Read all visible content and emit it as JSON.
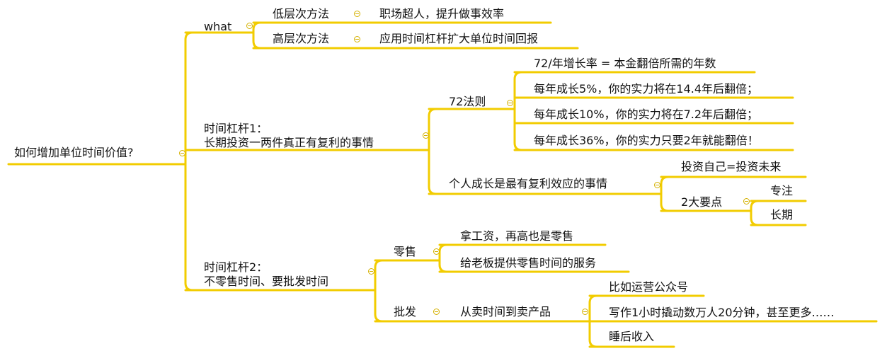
{
  "root": "如何增加单位时间价值?",
  "what": {
    "label": "what",
    "low": {
      "label": "低层次方法",
      "detail": "职场超人，提升做事效率"
    },
    "high": {
      "label": "高层次方法",
      "detail": "应用时间杠杆扩大单位时间回报"
    }
  },
  "lever1": {
    "title": "时间杠杆1：",
    "subtitle": "长期投资一两件真正有复利的事情",
    "rule72": {
      "label": "72法则",
      "items": [
        "72/年增长率 = 本金翻倍所需的年数",
        "每年成长5%，你的实力将在14.4年后翻倍；",
        "每年成长10%，你的实力将在7.2年后翻倍；",
        "每年成长36%，你的实力只要2年就能翻倍！"
      ]
    },
    "growth": {
      "label": "个人成长是最有复利效应的事情",
      "invest": "投资自己=投资未来",
      "points": {
        "label": "2大要点",
        "items": [
          "专注",
          "长期"
        ]
      }
    }
  },
  "lever2": {
    "title": "时间杠杆2：",
    "subtitle": "不零售时间、要批发时间",
    "retail": {
      "label": "零售",
      "items": [
        "拿工资，再高也是零售",
        "给老板提供零售时间的服务"
      ]
    },
    "wholesale": {
      "label": "批发",
      "sell": "从卖时间到卖产品",
      "items": [
        "比如运营公众号",
        "写作1小时撬动数万人20分钟，甚至更多……",
        "睡后收入"
      ]
    }
  },
  "colors": {
    "line": "#f2cc00",
    "collapse": "#d4b100"
  }
}
